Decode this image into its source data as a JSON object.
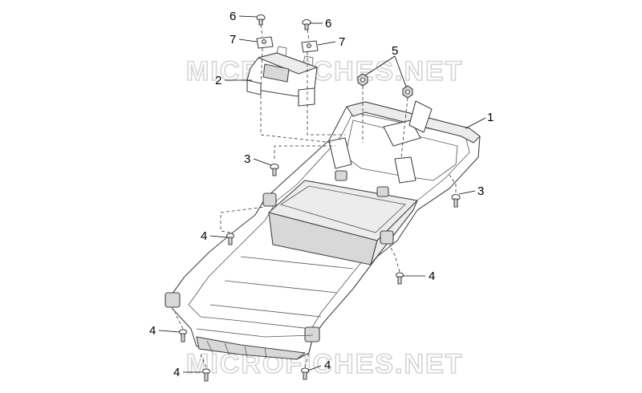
{
  "watermarks": [
    "MICROFICHES.NET",
    "MICROFICHES.NET"
  ],
  "callouts": [
    {
      "id": "c6a",
      "label": "6"
    },
    {
      "id": "c6b",
      "label": "6"
    },
    {
      "id": "c7a",
      "label": "7"
    },
    {
      "id": "c7b",
      "label": "7"
    },
    {
      "id": "c5",
      "label": "5"
    },
    {
      "id": "c2",
      "label": "2"
    },
    {
      "id": "c1",
      "label": "1"
    },
    {
      "id": "c3a",
      "label": "3"
    },
    {
      "id": "c3b",
      "label": "3"
    },
    {
      "id": "c4a",
      "label": "4"
    },
    {
      "id": "c4b",
      "label": "4"
    },
    {
      "id": "c4c",
      "label": "4"
    },
    {
      "id": "c4d",
      "label": "4"
    },
    {
      "id": "c4e",
      "label": "4"
    }
  ]
}
